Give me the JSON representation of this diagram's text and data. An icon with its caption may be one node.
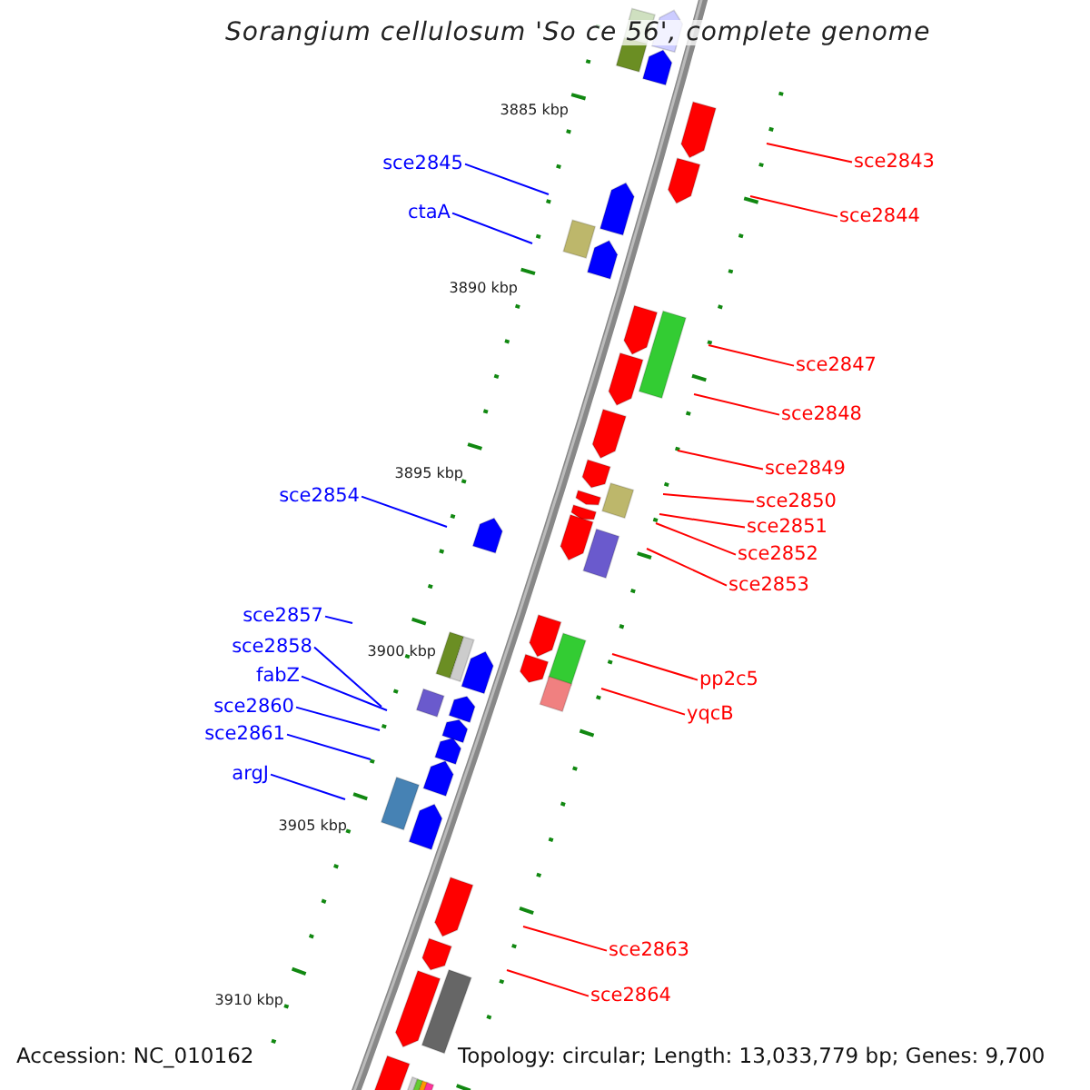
{
  "diagram": {
    "title": "Sorangium cellulosum 'So ce 56', complete genome",
    "nodes": [
      {
        "text": [
          "sce2843"
        ]
      },
      {
        "text": [
          "sce2845"
        ]
      },
      {
        "text": [
          "ctaA"
        ]
      },
      {
        "text": [
          "sce2844"
        ]
      },
      {
        "text": [
          "sce2847"
        ]
      },
      {
        "text": [
          "sce2848"
        ]
      },
      {
        "text": [
          "sce2849"
        ]
      },
      {
        "text": [
          "sce2854"
        ]
      },
      {
        "text": [
          "sce2850"
        ]
      },
      {
        "text": [
          "sce2851"
        ]
      },
      {
        "text": [
          "sce2852"
        ]
      },
      {
        "text": [
          "sce2853"
        ]
      },
      {
        "text": [
          "sce2857"
        ]
      },
      {
        "text": [
          "sce2858"
        ]
      },
      {
        "text": [
          "fabZ"
        ]
      },
      {
        "text": [
          "pp2c5"
        ]
      },
      {
        "text": [
          "sce2860"
        ]
      },
      {
        "text": [
          "yqcB"
        ]
      },
      {
        "text": [
          "sce2861"
        ]
      },
      {
        "text": [
          "argJ"
        ]
      },
      {
        "text": [
          "sce2863"
        ]
      },
      {
        "text": [
          "sce2864"
        ]
      }
    ],
    "edges": [
      {
        "from": 0,
        "to": null,
        "arrow": "none"
      },
      {
        "from": 1,
        "to": null,
        "arrow": "none",
        "color": "#0000ff"
      },
      {
        "from": 2,
        "to": null,
        "arrow": "none",
        "color": "#0000ff"
      },
      {
        "from": 3,
        "to": null,
        "arrow": "none"
      },
      {
        "from": 4,
        "to": null,
        "arrow": "none"
      },
      {
        "from": 5,
        "to": null,
        "arrow": "none"
      },
      {
        "from": 6,
        "to": null,
        "arrow": "none"
      },
      {
        "from": 7,
        "to": null,
        "arrow": "none",
        "color": "#0000ff"
      },
      {
        "from": 8,
        "to": null,
        "arrow": "none"
      },
      {
        "from": 9,
        "to": null,
        "arrow": "none"
      },
      {
        "from": 10,
        "to": null,
        "arrow": "none"
      },
      {
        "from": 11,
        "to": null,
        "arrow": "none"
      },
      {
        "from": 12,
        "to": null,
        "arrow": "none",
        "color": "#0000ff"
      },
      {
        "from": 13,
        "to": null,
        "arrow": "none",
        "color": "#0000ff"
      },
      {
        "from": 14,
        "to": null,
        "arrow": "none",
        "color": "#0000ff"
      },
      {
        "from": 15,
        "to": null,
        "arrow": "none"
      },
      {
        "from": 16,
        "to": null,
        "arrow": "none",
        "color": "#0000ff"
      },
      {
        "from": 17,
        "to": null,
        "arrow": "none"
      },
      {
        "from": 18,
        "to": null,
        "arrow": "none",
        "color": "#0000ff"
      },
      {
        "from": 19,
        "to": null,
        "arrow": "none",
        "color": "#0000ff"
      },
      {
        "from": 20,
        "to": null,
        "arrow": "none"
      },
      {
        "from": 21,
        "to": null,
        "arrow": "none"
      }
    ],
    "labels": [
      "3885 kbp",
      "3890 kbp",
      "3895 kbp",
      "3900 kbp",
      "3905 kbp",
      "3910 kbp",
      "Accession: NC_010162",
      "Topology: circular; Length: 13,033,779 bp; Genes: 9,700"
    ]
  }
}
